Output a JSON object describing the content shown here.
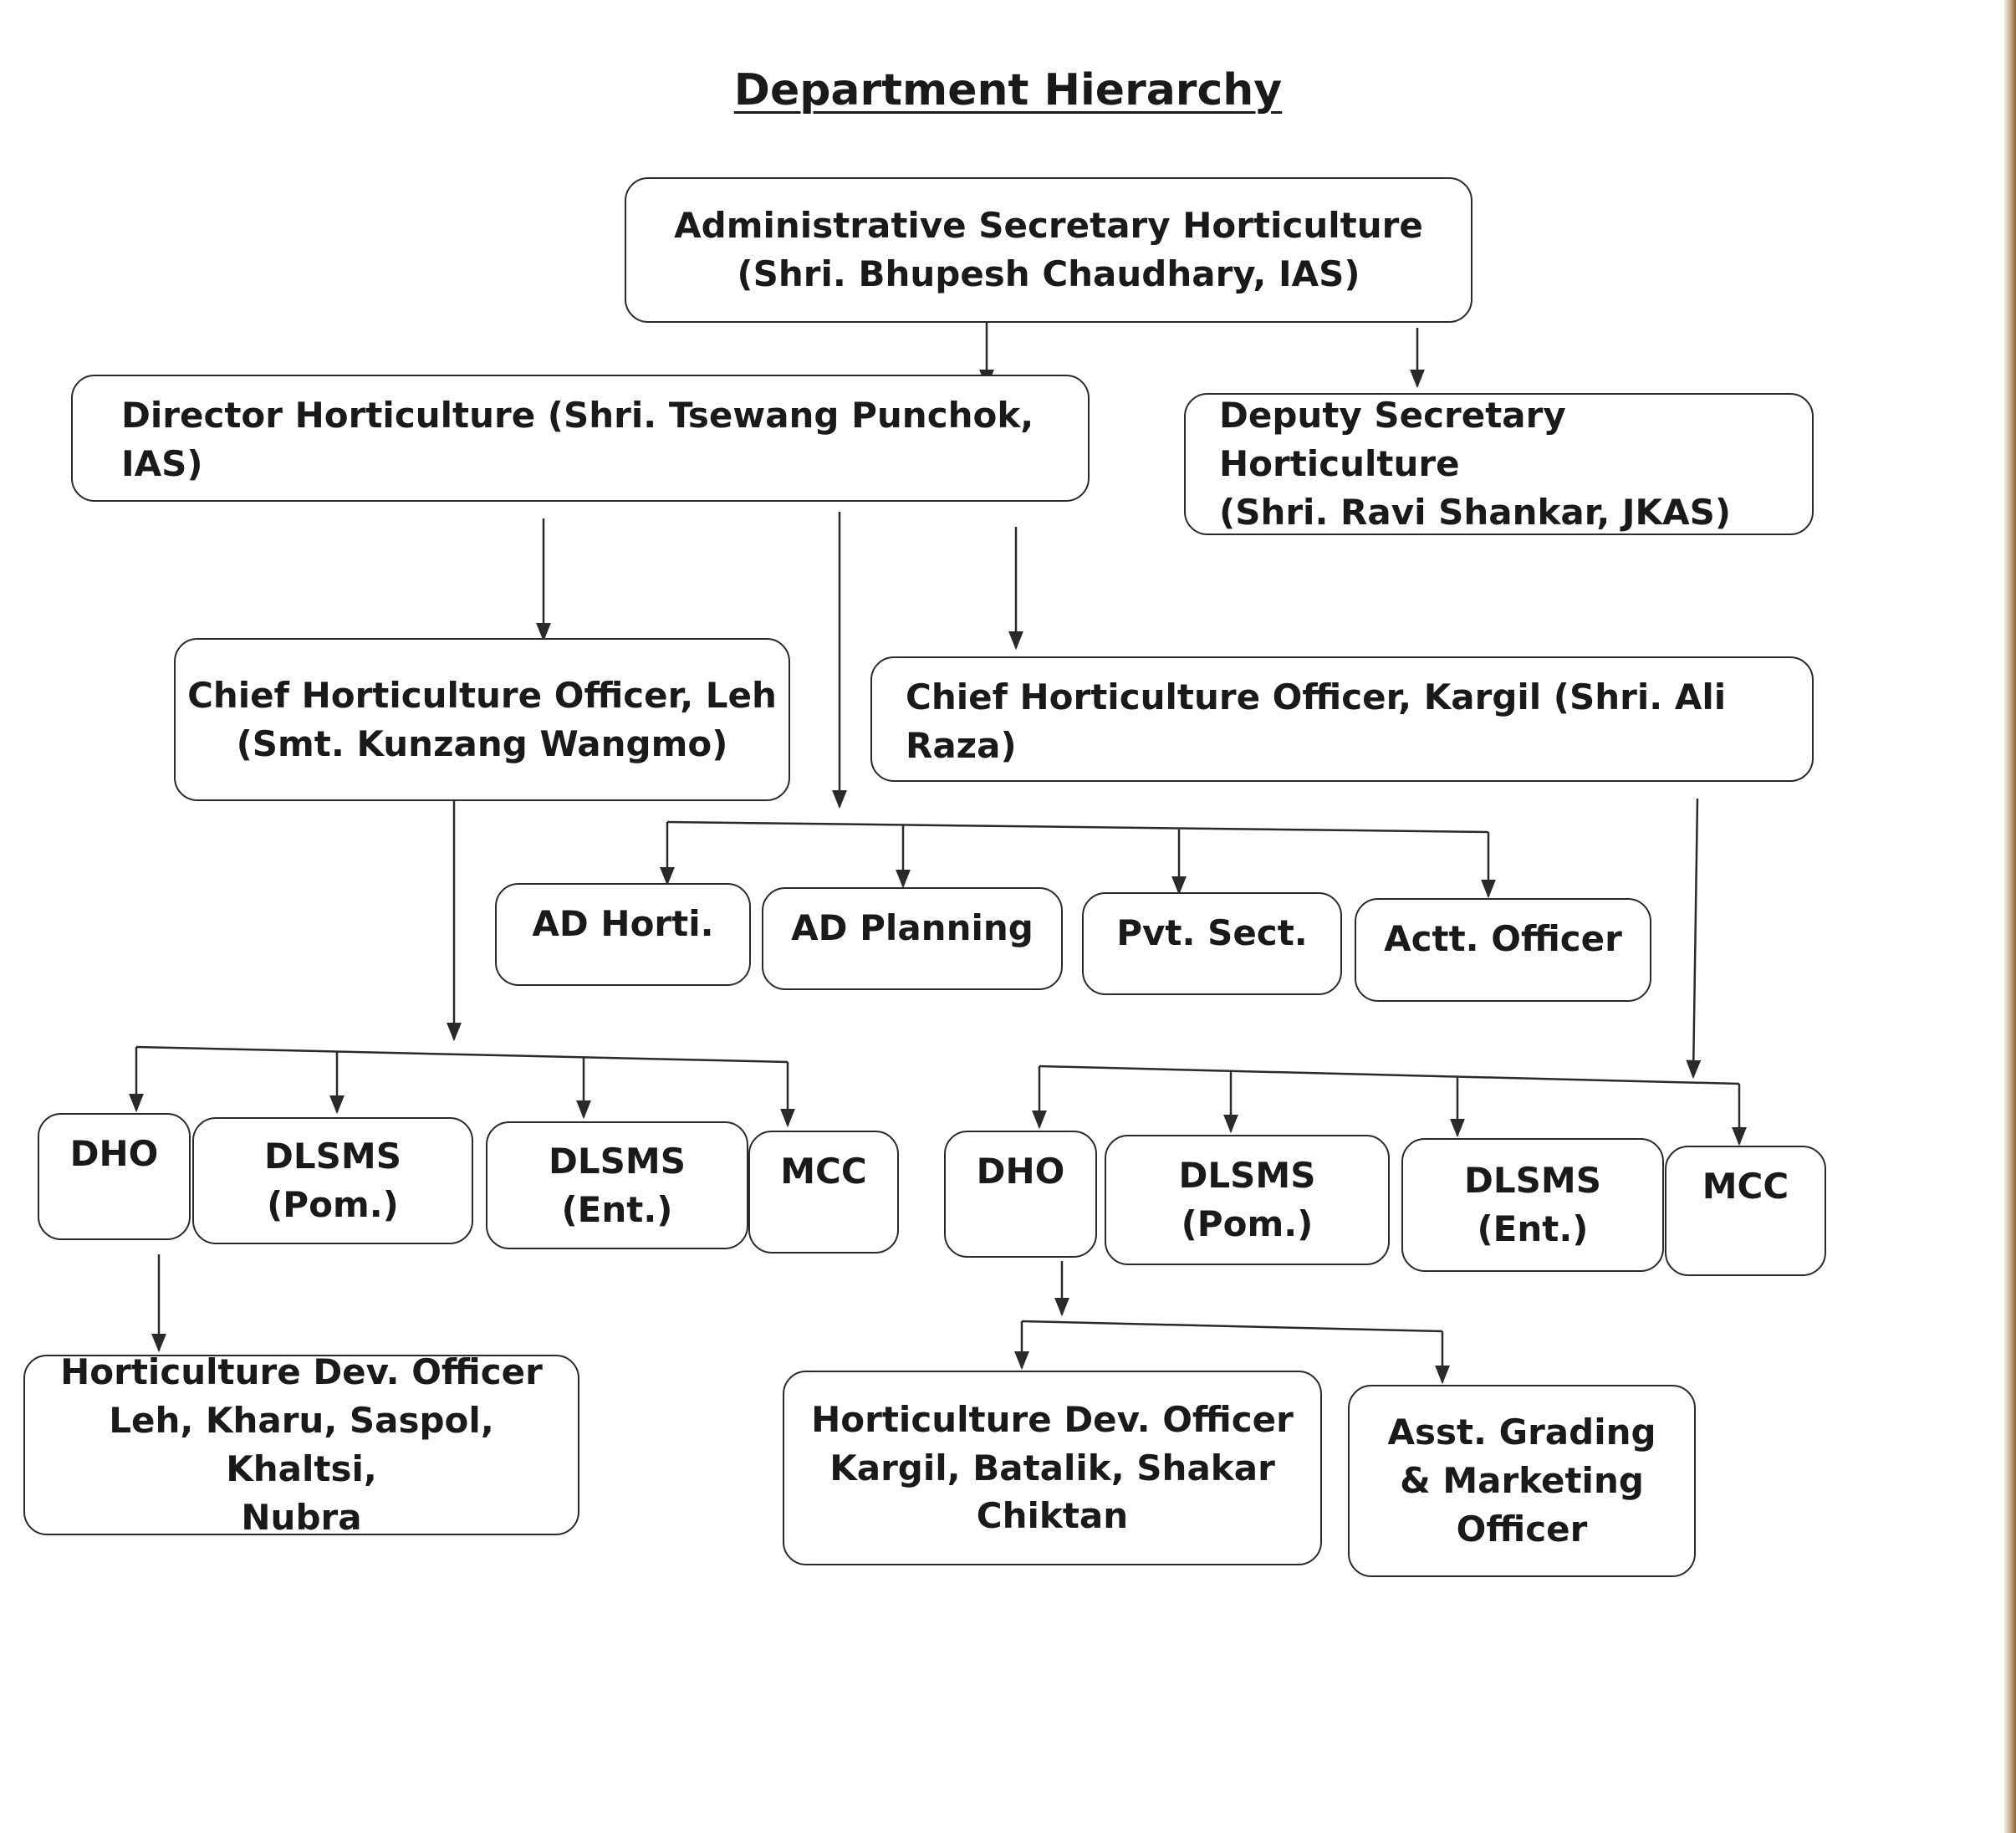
{
  "title": "Department Hierarchy",
  "nodes": {
    "admin_secretary": "Administrative Secretary Horticulture\n(Shri. Bhupesh Chaudhary, IAS)",
    "director": "Director Horticulture (Shri. Tsewang Punchok, IAS)",
    "deputy_secretary": "Deputy Secretary Horticulture\n(Shri. Ravi Shankar, JKAS)",
    "cho_leh": "Chief Horticulture Officer, Leh\n(Smt. Kunzang Wangmo)",
    "cho_kargil": "Chief Horticulture Officer, Kargil (Shri. Ali Raza)",
    "ad_horti": "AD Horti.",
    "ad_planning": "AD Planning",
    "pvt_sect": "Pvt. Sect.",
    "actt_officer": "Actt. Officer",
    "leh_dho": "DHO",
    "leh_dlsms_pom": "DLSMS\n(Pom.)",
    "leh_dlsms_ent": "DLSMS\n(Ent.)",
    "leh_mcc": "MCC",
    "kargil_dho": "DHO",
    "kargil_dlsms_pom": "DLSMS\n(Pom.)",
    "kargil_dlsms_ent": "DLSMS\n(Ent.)",
    "kargil_mcc": "MCC",
    "hdo_leh": "Horticulture Dev. Officer\nLeh, Kharu, Saspol, Khaltsi,\nNubra",
    "hdo_kargil": "Horticulture Dev. Officer\nKargil, Batalik, Shakar\nChiktan",
    "asst_grading": "Asst. Grading\n& Marketing\nOfficer"
  },
  "colors": {
    "line": "#2a2a2a",
    "text": "#1a1a1a",
    "background": "#ffffff"
  }
}
